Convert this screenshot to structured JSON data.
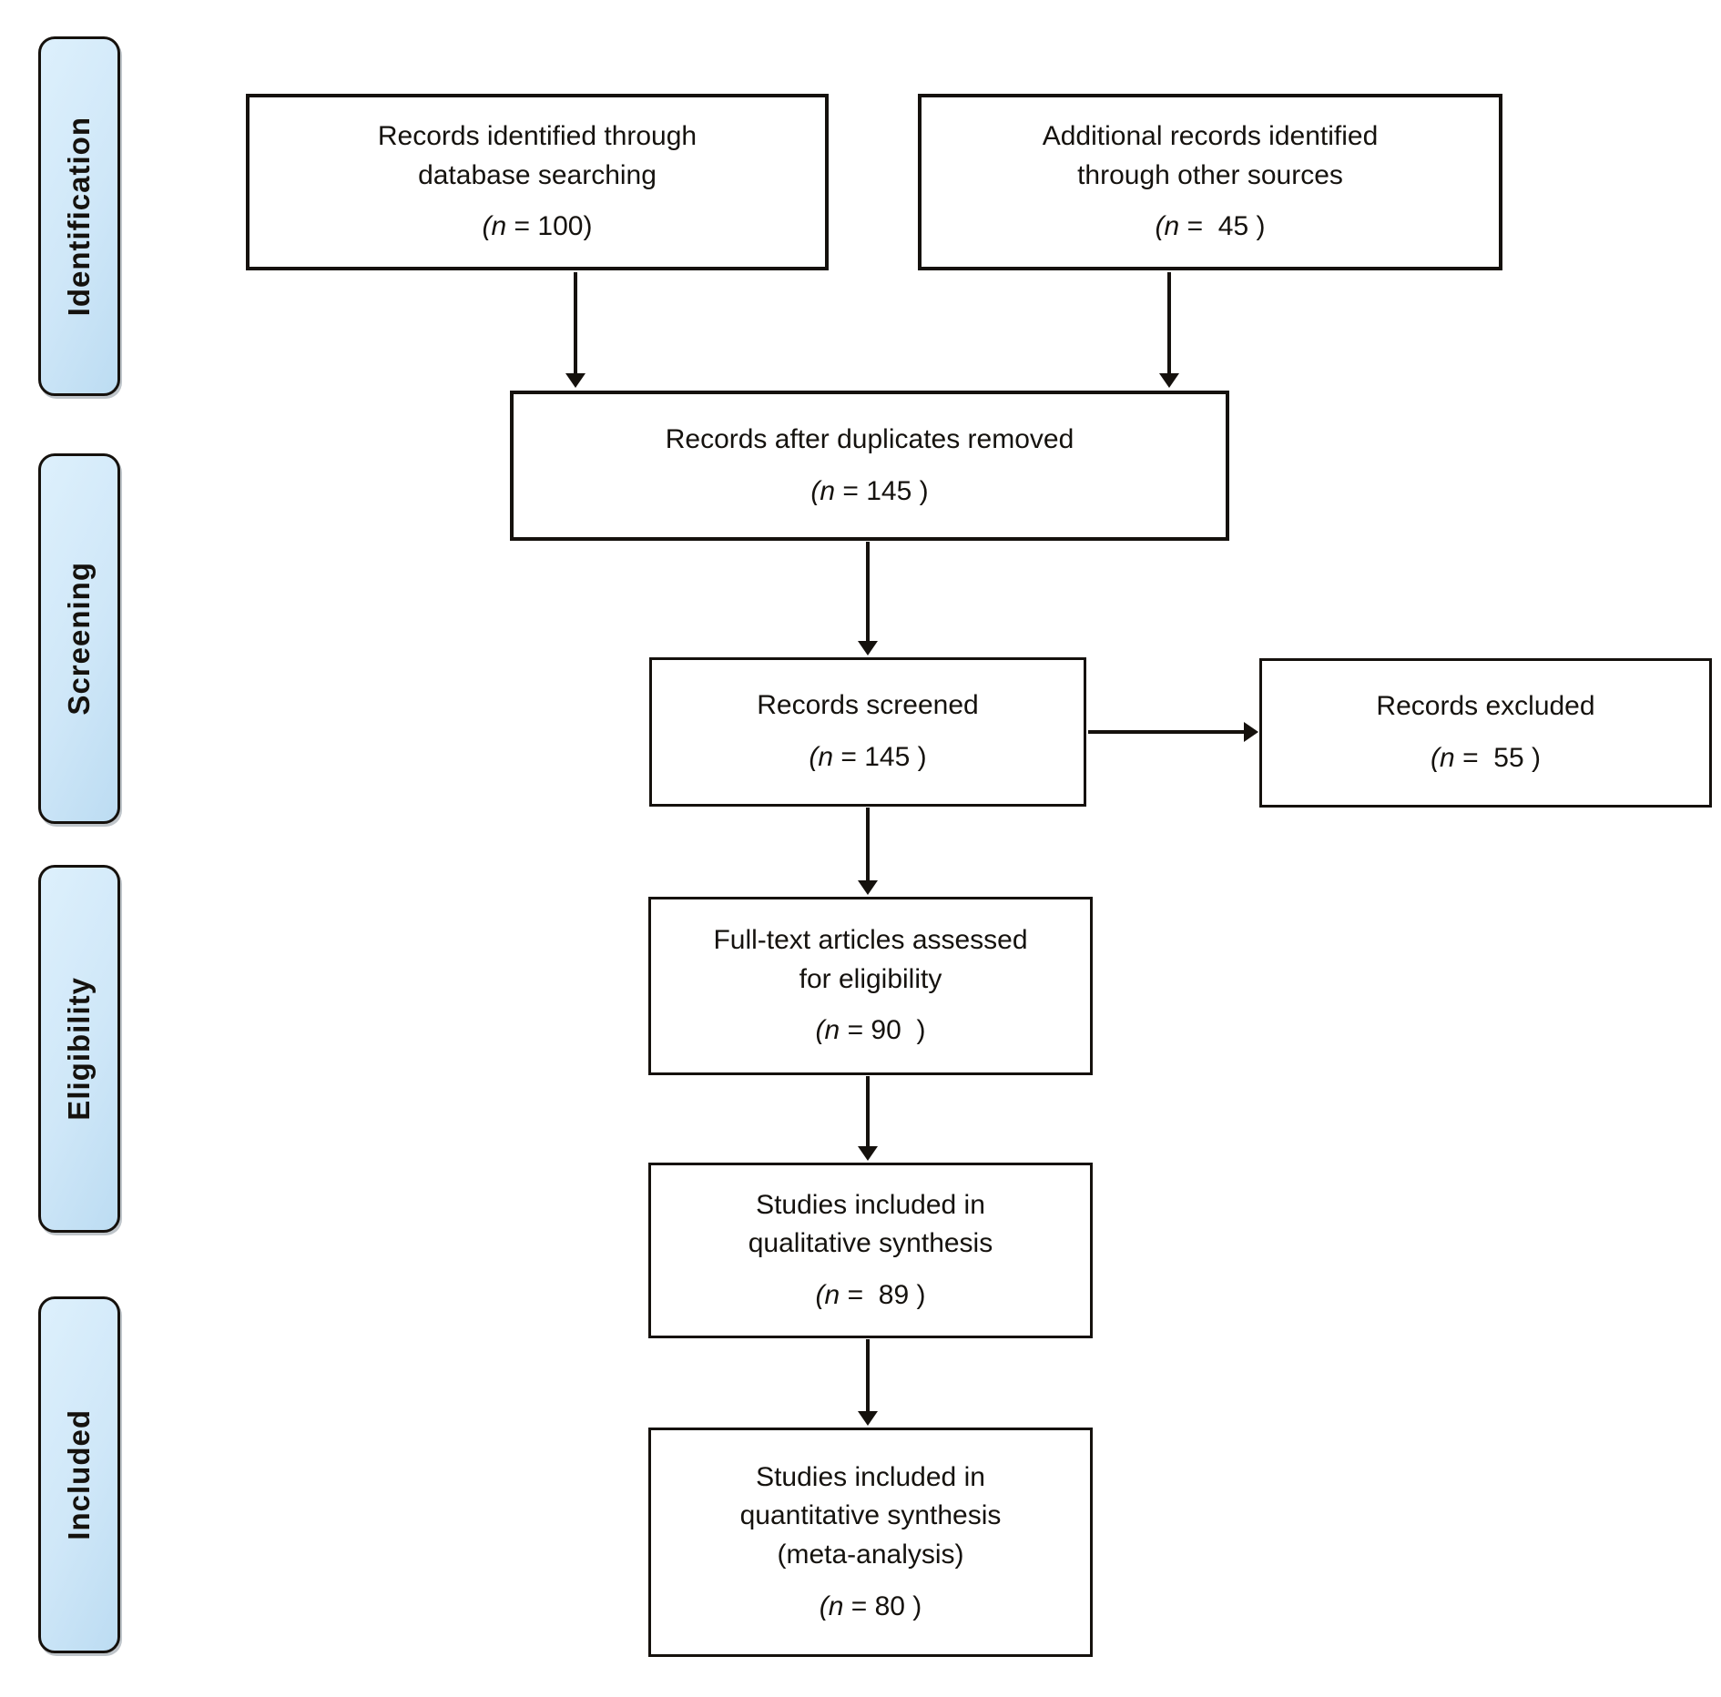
{
  "sidebar": {
    "phases": [
      {
        "label": "Identification"
      },
      {
        "label": "Screening"
      },
      {
        "label": "Eligibility"
      },
      {
        "label": "Included"
      }
    ]
  },
  "flow": {
    "boxes": [
      {
        "name": "records-identified-database",
        "text": "Records identified through\ndatabase searching",
        "n_open": "(n",
        "n_rest": " = 100)"
      },
      {
        "name": "additional-records-other-sources",
        "text": "Additional records identified\nthrough other sources",
        "n_open": "(n",
        "n_rest": " =  45 )"
      },
      {
        "name": "records-after-duplicates-removed",
        "text": "Records after duplicates removed",
        "n_open": "(n",
        "n_rest": " = 145 )"
      },
      {
        "name": "records-screened",
        "text": "Records screened",
        "n_open": "(n",
        "n_rest": " = 145 )"
      },
      {
        "name": "records-excluded",
        "text": "Records excluded",
        "n_open": "(n",
        "n_rest": " =  55 )"
      },
      {
        "name": "fulltext-assessed-eligibility",
        "text": "Full-text articles assessed\nfor eligibility",
        "n_open": "(n",
        "n_rest": " = 90  )"
      },
      {
        "name": "included-qualitative-synthesis",
        "text": "Studies included in\nqualitative synthesis",
        "n_open": "(n",
        "n_rest": " =  89 )"
      },
      {
        "name": "included-quantitative-synthesis",
        "text": "Studies included in\nquantitative synthesis\n(meta-analysis)",
        "n_open": "(n",
        "n_rest": " = 80 )"
      }
    ]
  },
  "colors": {
    "phase_fill": "#cfe7f8",
    "phase_fill_light": "#ddf0fc",
    "phase_fill_dark": "#bcdcf2",
    "phase_border": "#15110d",
    "box_border": "#15110d",
    "arrow": "#15110d",
    "text": "#15120e",
    "background": "#ffffff"
  }
}
